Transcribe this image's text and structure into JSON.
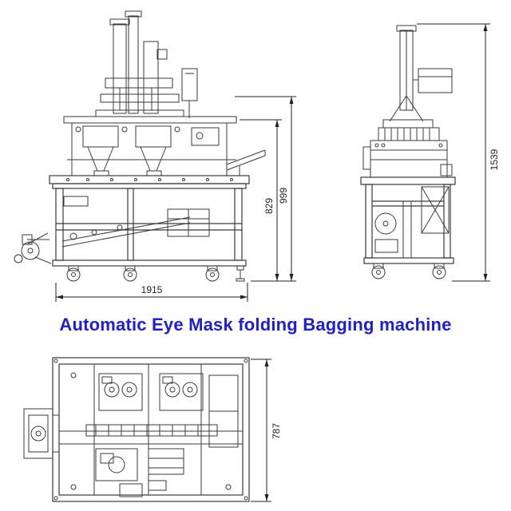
{
  "title": {
    "text": "Automatic Eye Mask folding Bagging machine",
    "color": "#2121bd"
  },
  "views": {
    "front": {
      "dim_width": "1915",
      "dim_height_table": "829",
      "dim_height_frame": "999"
    },
    "side": {
      "dim_height_overall": "1539"
    },
    "top": {
      "dim_depth": "787"
    }
  },
  "colors": {
    "background": "#ffffff",
    "line": "#3a3a3a",
    "dimension": "#222222"
  }
}
